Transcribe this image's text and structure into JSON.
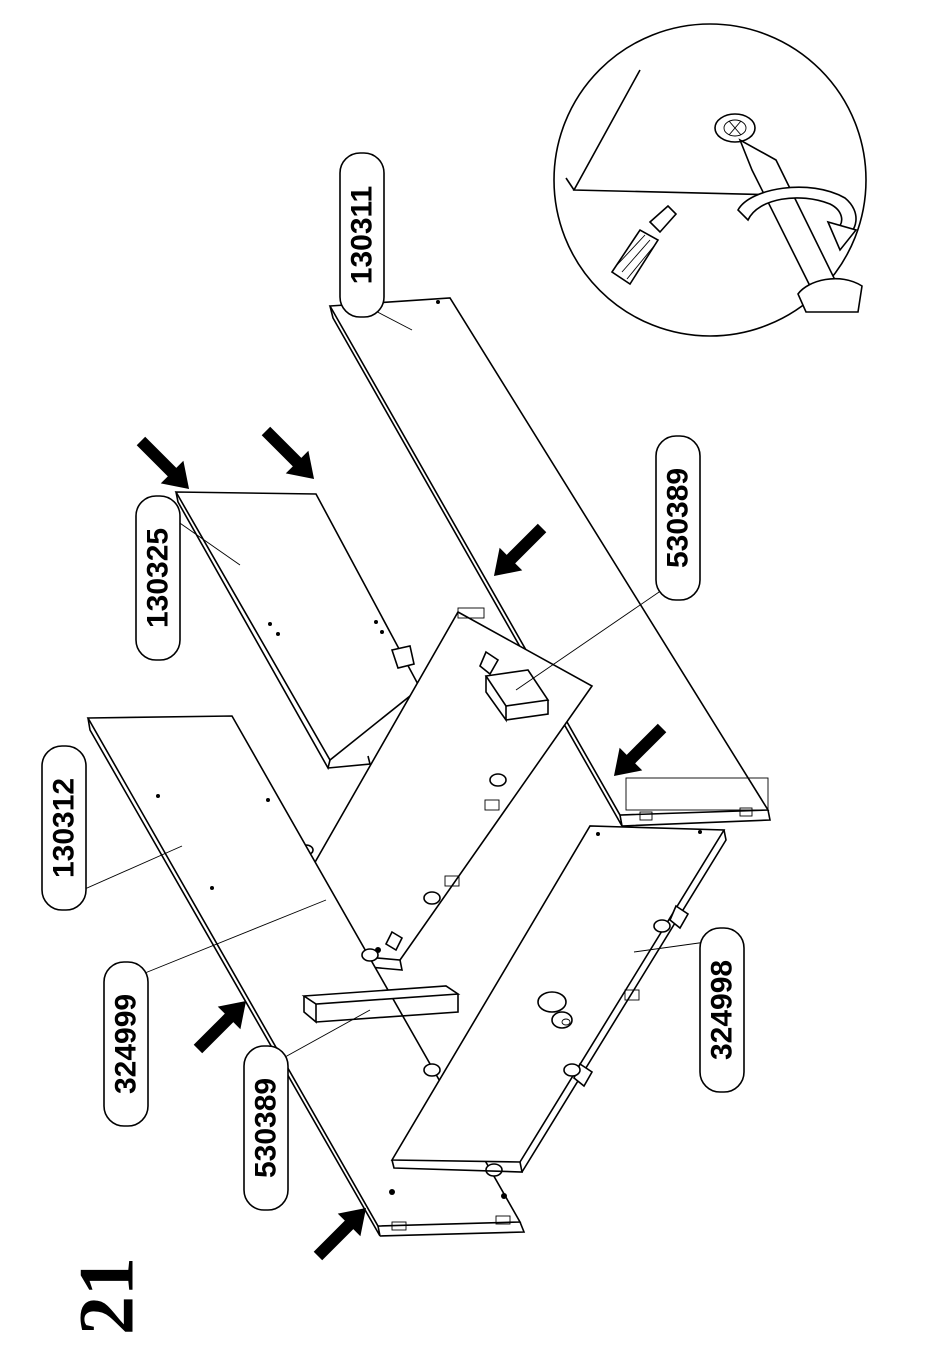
{
  "step_number": "21",
  "part_labels": {
    "p130311": "130311",
    "p130325": "130325",
    "p130312": "130312",
    "p324999": "324999",
    "p530389_right": "530389",
    "p530389_left": "530389",
    "p324998": "324998"
  },
  "detail_inset": {
    "icon": "cam-lock-screwdriver-detail-icon"
  },
  "arrow_icons": [
    "arrow-icon",
    "arrow-icon",
    "arrow-icon",
    "arrow-icon",
    "arrow-icon",
    "arrow-icon"
  ],
  "colors": {
    "ink": "#000000",
    "paper": "#ffffff"
  }
}
